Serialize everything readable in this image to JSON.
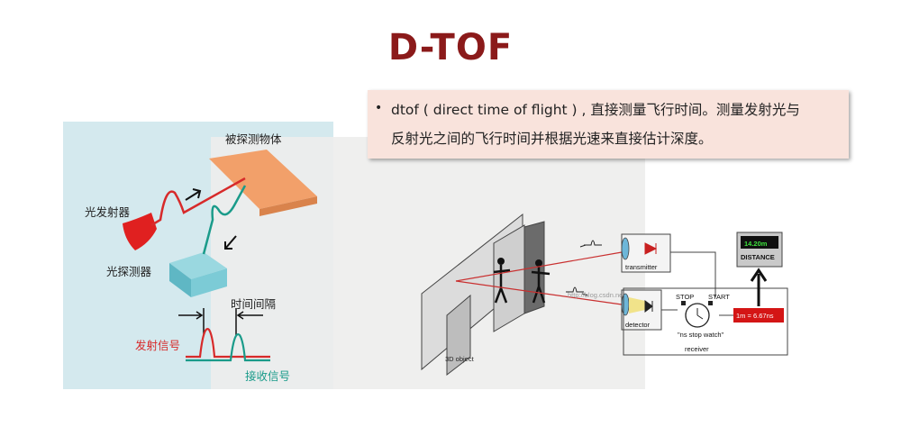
{
  "title": "D-TOF",
  "note": {
    "bullet": "•",
    "line1": "dtof ( direct time of flight ) , 直接测量飞行时间。测量发射光与",
    "line2": "反射光之间的飞行时间并根据光速来直接估计深度。"
  },
  "left_diagram": {
    "object_label": "被探测物体",
    "emitter_label": "光发射器",
    "detector_label": "光探测器",
    "interval_label": "时间间隔",
    "emit_signal_label": "发射信号",
    "receive_signal_label": "接收信号",
    "colors": {
      "emit": "#d72a2a",
      "receive": "#1a9b8a",
      "object": "#f2a06a",
      "detector": "#7ccbd6"
    }
  },
  "right_diagram": {
    "object_label": "3D object",
    "transmitter_label": "transmitter",
    "detector_label": "detector",
    "receiver_label": "receiver",
    "stopwatch_label": "\"ns stop watch\"",
    "stop_label": "STOP",
    "start_label": "START",
    "distance_readout": "14.20m",
    "distance_label": "DISTANCE",
    "time_label": "1m = 6.67ns",
    "watermark": "http://blog.csdn.net/..."
  }
}
